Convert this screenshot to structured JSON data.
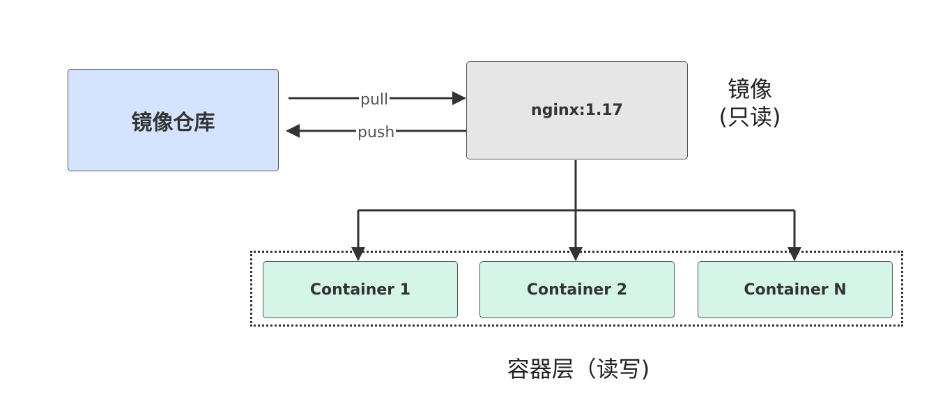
{
  "registry": {
    "label": "镜像仓库",
    "fill": "#d4e4ff"
  },
  "image": {
    "label": "nginx:1.17",
    "fill": "#e6e6e6",
    "caption_line1": "镜像",
    "caption_line2": "(只读)"
  },
  "arrows": {
    "pull": "pull",
    "push": "push"
  },
  "containers": [
    {
      "label": "Container 1"
    },
    {
      "label": "Container 2"
    },
    {
      "label": "Container N"
    }
  ],
  "container_fill": "#d5f5e9",
  "layer_caption": "容器层（读写)"
}
